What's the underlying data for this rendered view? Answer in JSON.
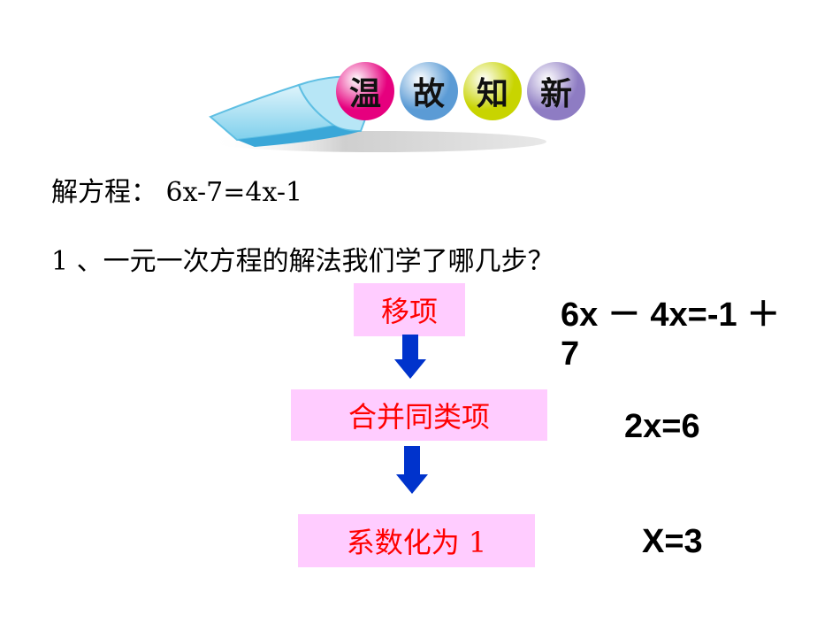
{
  "header": {
    "chars": [
      "温",
      "故",
      "知",
      "新"
    ],
    "ball_colors": [
      "#e6007e",
      "#5b9bd5",
      "#c8d400",
      "#8e7cc3"
    ]
  },
  "problem": "解方程： 6x-7=4x-1",
  "question": "1 、一元一次方程的解法我们学了哪几步？",
  "steps": [
    {
      "label": "移项",
      "equation_line1": "6x － 4x=-1 ＋",
      "equation_line2": "7"
    },
    {
      "label": "合并同类项",
      "equation_line1": "2x=6"
    },
    {
      "label": "系数化为 1",
      "equation_line1": "X=3"
    }
  ]
}
